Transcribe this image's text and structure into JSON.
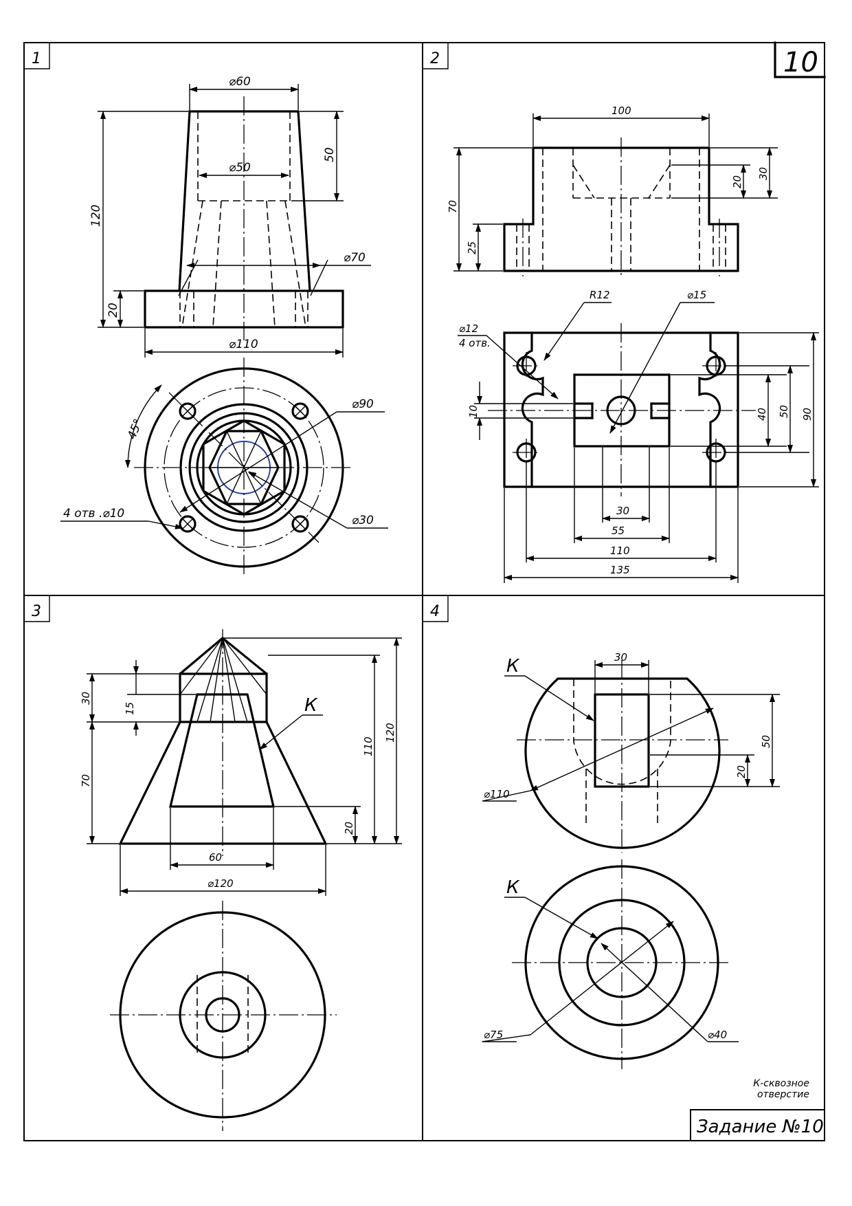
{
  "sheet": {
    "number": "10",
    "task_title": "Задание №10",
    "note_line1": "К-сквозное",
    "note_line2": "отверстие"
  },
  "panels": [
    {
      "number": "1",
      "dims": {
        "d60": "⌀60",
        "d50": "⌀50",
        "h50": "50",
        "h120": "120",
        "d70": "⌀70",
        "h20": "20",
        "d110": "⌀110",
        "a45": "45°",
        "d90": "⌀90",
        "holes": "4 отв .⌀10",
        "d30": "⌀30"
      }
    },
    {
      "number": "2",
      "dims": {
        "w100": "100",
        "h70": "70",
        "h30": "30",
        "h20": "20",
        "h25": "25",
        "r12": "R12",
        "d15": "⌀15",
        "d12": "⌀12",
        "holes4": "4 отв.",
        "h10": "10",
        "h40": "40",
        "h50": "50",
        "h90": "90",
        "w30": "30",
        "w55": "55",
        "w110": "110",
        "w135": "135"
      }
    },
    {
      "number": "3",
      "dims": {
        "h30": "30",
        "h15": "15",
        "h70": "70",
        "k": "К",
        "h110": "110",
        "h120": "120",
        "h20": "20",
        "w60": "60",
        "d120": "⌀120"
      }
    },
    {
      "number": "4",
      "dims": {
        "w30": "30",
        "k1": "К",
        "h50": "50",
        "d110": "⌀110",
        "h20": "20",
        "k2": "К",
        "d75": "⌀75",
        "d40": "⌀40"
      }
    }
  ]
}
